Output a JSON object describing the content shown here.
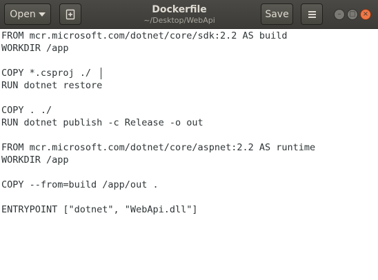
{
  "window": {
    "title": "Dockerfile",
    "path": "~/Desktop/WebApi"
  },
  "toolbar": {
    "open_label": "Open",
    "new_document_icon": "new-document-icon",
    "save_label": "Save",
    "menu_icon": "hamburger-menu-icon"
  },
  "window_controls": {
    "minimize_glyph": "–",
    "maximize_glyph": "□",
    "close_glyph": "×"
  },
  "editor": {
    "lines": [
      "FROM mcr.microsoft.com/dotnet/core/sdk:2.2 AS build",
      "WORKDIR /app",
      "",
      "COPY *.csproj ./",
      "RUN dotnet restore",
      "",
      "COPY . ./",
      "RUN dotnet publish -c Release -o out",
      "",
      "FROM mcr.microsoft.com/dotnet/core/aspnet:2.2 AS runtime",
      "WORKDIR /app",
      "",
      "COPY --from=build /app/out .",
      "",
      "ENTRYPOINT [\"dotnet\", \"WebApi.dll\"]"
    ]
  },
  "colors": {
    "titlebar": "#3c3b37",
    "title_text": "#dfdbd2",
    "close_button": "#f07746",
    "editor_bg": "#ffffff",
    "editor_text": "#2e3436"
  }
}
